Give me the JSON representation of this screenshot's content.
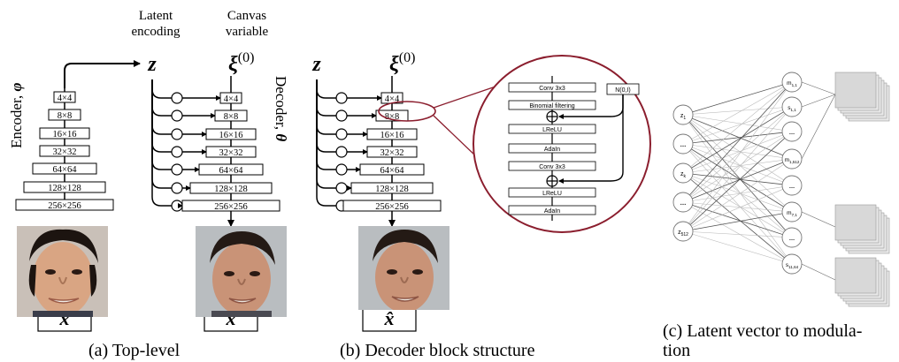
{
  "top_level": {
    "encoder_label": "Encoder, ",
    "encoder_symbol": "φ",
    "latent_header": [
      "Latent",
      "encoding"
    ],
    "canvas_header": [
      "Canvas",
      "variable"
    ],
    "latent_symbol": "z",
    "canvas_symbol": "ξ",
    "canvas_superscript": "(0)",
    "decoder_label": "Decoder, ",
    "decoder_symbol": "θ",
    "encoder_blocks": [
      "4×4",
      "8×8",
      "16×16",
      "32×32",
      "64×64",
      "128×128",
      "256×256"
    ],
    "decoder_blocks": [
      "4×4",
      "8×8",
      "16×16",
      "32×32",
      "64×64",
      "128×128",
      "256×256"
    ],
    "input_label": "x",
    "output_label": "x̂",
    "caption": "(a) Top-level"
  },
  "decoder_block": {
    "latent_symbol": "z",
    "canvas_symbol": "ξ",
    "canvas_superscript": "(0)",
    "blocks": [
      "4×4",
      "8×8",
      "16×16",
      "32×32",
      "64×64",
      "128×128",
      "256×256"
    ],
    "output_label": "x̂",
    "caption": "(b) Decoder block structure",
    "zoom_layers": [
      "Conv 3x3",
      "Binomial filtering",
      "LReLU",
      "AdaIn",
      "Conv 3x3",
      "LReLU",
      "AdaIn"
    ],
    "noise_label": "N(0,I)"
  },
  "modulation": {
    "inputs": [
      "z",
      "…",
      "z",
      "…",
      "z"
    ],
    "input_subscripts": [
      "1",
      "",
      "k",
      "",
      "512"
    ],
    "outputs": [
      "m",
      "s",
      "…",
      "m",
      "…",
      "m",
      "…",
      "s"
    ],
    "output_subscripts": [
      "1,1",
      "1,1",
      "",
      "1,512",
      "",
      "7,1",
      "",
      "11,64"
    ],
    "caption": [
      "(c) Latent vector to modula-",
      "tion"
    ]
  },
  "colors": {
    "zoom_circle": "#8b1e2e",
    "line": "#000000",
    "block_fill": "#ffffff"
  }
}
